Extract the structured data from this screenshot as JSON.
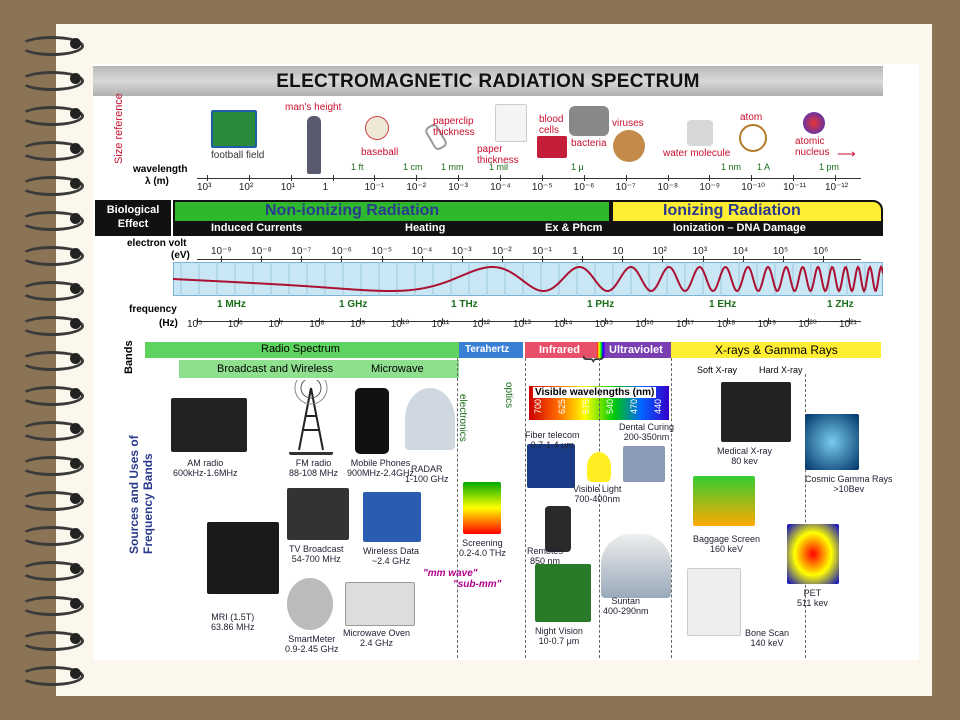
{
  "title": "ELECTROMAGNETIC RADIATION SPECTRUM",
  "size_ref": {
    "label": "Size reference",
    "items": [
      "football field",
      "man's height",
      "baseball",
      "paperclip thickness",
      "paper thickness",
      "blood cells",
      "bacteria",
      "viruses",
      "water molecule",
      "atom",
      "atomic nucleus"
    ]
  },
  "wavelength": {
    "label": "wavelength",
    "unit": "λ (m)",
    "ticks": [
      "10³",
      "10²",
      "10¹",
      "1",
      "10⁻¹",
      "10⁻²",
      "10⁻³",
      "10⁻⁴",
      "10⁻⁵",
      "10⁻⁶",
      "10⁻⁷",
      "10⁻⁸",
      "10⁻⁹",
      "10⁻¹⁰",
      "10⁻¹¹",
      "10⁻¹²"
    ],
    "markers": [
      "1 ft",
      "1 cm",
      "1 mm",
      "1 mil",
      "1 μ",
      "1 nm",
      "1 A",
      "1 pm"
    ]
  },
  "bio": {
    "label": "Biological Effect",
    "nonion": "Non-ionizing Radiation",
    "ion": "Ionizing Radiation",
    "induced": "Induced Currents",
    "heating": "Heating",
    "exphcm": "Ex & Phcm",
    "ionization": "Ionization – DNA Damage"
  },
  "ev": {
    "label": "electron volt",
    "unit": "(eV)",
    "ticks": [
      "10⁻⁹",
      "10⁻⁸",
      "10⁻⁷",
      "10⁻⁶",
      "10⁻⁵",
      "10⁻⁴",
      "10⁻³",
      "10⁻²",
      "10⁻¹",
      "1",
      "10",
      "10²",
      "10³",
      "10⁴",
      "10⁵",
      "10⁶"
    ]
  },
  "freq": {
    "label": "frequency",
    "unit": "(Hz)",
    "ticks": [
      "10⁵",
      "10⁶",
      "10⁷",
      "10⁸",
      "10⁹",
      "10¹⁰",
      "10¹¹",
      "10¹²",
      "10¹³",
      "10¹⁴",
      "10¹⁵",
      "10¹⁶",
      "10¹⁷",
      "10¹⁸",
      "10¹⁹",
      "10²⁰",
      "10²¹"
    ],
    "markers": [
      "1 MHz",
      "1 GHz",
      "1 THz",
      "1 PHz",
      "1 EHz",
      "1 ZHz"
    ]
  },
  "bands": {
    "label": "Bands",
    "radio": "Radio Spectrum",
    "broadcast": "Broadcast and Wireless",
    "microwave": "Microwave",
    "terahertz": "Terahertz",
    "infrared": "Infrared",
    "ultraviolet": "Ultraviolet",
    "xray": "X-rays & Gamma Rays",
    "soft": "Soft X-ray",
    "hard": "Hard X-ray",
    "visible": "Visible wavelengths (nm)",
    "visible_ticks": [
      "700",
      "625",
      "575",
      "540",
      "470",
      "440"
    ],
    "electronics": "electronics",
    "optics": "optics"
  },
  "sources": {
    "label": "Sources and Uses of Frequency Bands",
    "items": [
      {
        "name": "AM radio",
        "val": "600kHz-1.6MHz"
      },
      {
        "name": "FM radio",
        "val": "88-108 MHz"
      },
      {
        "name": "Mobile Phones",
        "val": "900MHz-2.4GHz"
      },
      {
        "name": "RADAR",
        "val": "1-100 GHz"
      },
      {
        "name": "MRI (1.5T)",
        "val": "63.86 MHz"
      },
      {
        "name": "TV Broadcast",
        "val": "54-700 MHz"
      },
      {
        "name": "Wireless Data",
        "val": "~2.4 GHz"
      },
      {
        "name": "SmartMeter",
        "val": "0.9-2.45 GHz"
      },
      {
        "name": "Microwave Oven",
        "val": "2.4 GHz"
      },
      {
        "name": "Screening",
        "val": "0.2-4.0 THz"
      },
      {
        "name": "Fiber telecom",
        "val": "0.7-1.4 μm"
      },
      {
        "name": "Dental Curing",
        "val": "200-350nm"
      },
      {
        "name": "Visible Light",
        "val": "700-400nm"
      },
      {
        "name": "Remotes",
        "val": "850 nm"
      },
      {
        "name": "Suntan",
        "val": "400-290nm"
      },
      {
        "name": "Night Vision",
        "val": "10-0.7 μm"
      },
      {
        "name": "Medical X-ray",
        "val": "80 kev"
      },
      {
        "name": "Cosmic Gamma Rays",
        "val": ">10Bev"
      },
      {
        "name": "Baggage Screen",
        "val": "160 keV"
      },
      {
        "name": "PET",
        "val": "511 kev"
      },
      {
        "name": "Bone Scan",
        "val": "140 keV"
      }
    ],
    "mmwave": "\"mm wave\"",
    "submm": "\"sub-mm\""
  },
  "colors": {
    "nonion": "#2eb82e",
    "ion": "#ffee33",
    "bio_black": "#111",
    "radio": "#5fd35f",
    "thz": "#3a7fd6",
    "ir": "#e8506a",
    "uv": "#7a3fb0",
    "xray": "#ffee33",
    "wave": "#aa1133"
  }
}
